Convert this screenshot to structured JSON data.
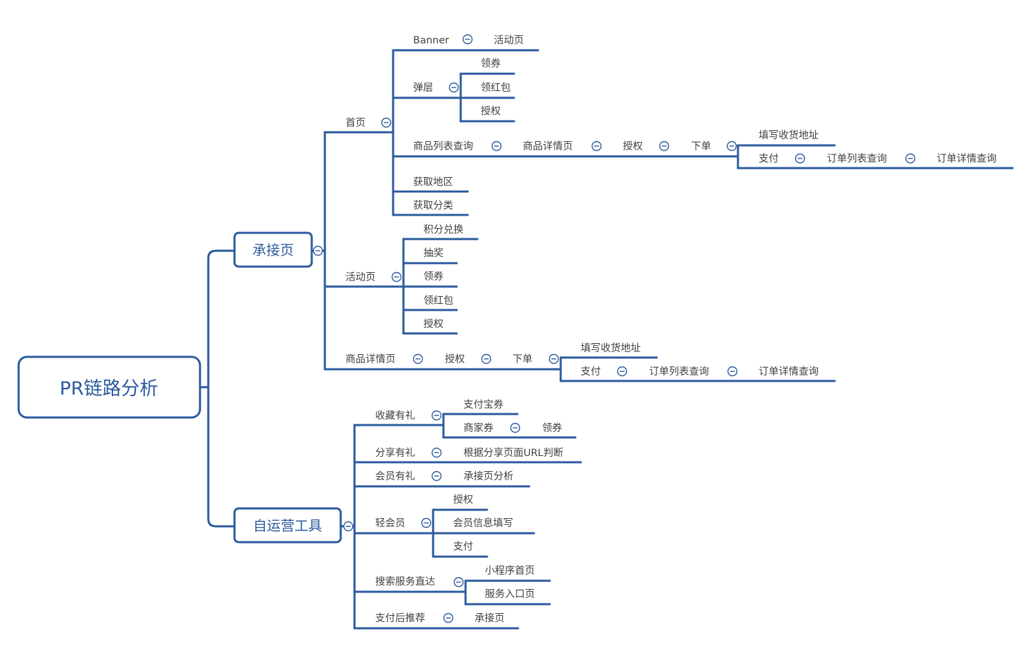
{
  "root": "PR链路分析",
  "collapse_icon": "collapse-circle-minus-icon",
  "colors": {
    "line": "#2a5a9e",
    "text": "#404040",
    "background": "#ffffff"
  },
  "landing": {
    "label": "承接页",
    "home": {
      "label": "首页",
      "banner": "Banner",
      "activity_page": "活动页",
      "popup": "弹层",
      "popup_children": [
        "领券",
        "领红包",
        "授权"
      ],
      "product_list_query": "商品列表查询",
      "product_detail": "商品详情页",
      "authorize": "授权",
      "place_order": "下单",
      "fill_address": "填写收货地址",
      "pay": "支付",
      "order_list_query": "订单列表查询",
      "order_detail_query": "订单详情查询",
      "get_region": "获取地区",
      "get_category": "获取分类"
    },
    "activity": {
      "label": "活动页",
      "children": [
        "积分兑换",
        "抽奖",
        "领券",
        "领红包",
        "授权"
      ]
    },
    "product_detail": {
      "label": "商品详情页",
      "authorize": "授权",
      "place_order": "下单",
      "fill_address": "填写收货地址",
      "pay": "支付",
      "order_list_query": "订单列表查询",
      "order_detail_query": "订单详情查询"
    }
  },
  "self_ops": {
    "label": "自运营工具",
    "favorite": {
      "label": "收藏有礼",
      "alipay_coupon": "支付宝券",
      "merchant_coupon": "商家券",
      "get_coupon": "领券"
    },
    "share": {
      "label": "分享有礼",
      "judge": "根据分享页面URL判断"
    },
    "member": {
      "label": "会员有礼",
      "analysis": "承接页分析"
    },
    "light_member": {
      "label": "轻会员",
      "children": [
        "授权",
        "会员信息填写",
        "支付"
      ]
    },
    "search_direct": {
      "label": "搜索服务直达",
      "children": [
        "小程序首页",
        "服务入口页"
      ]
    },
    "after_pay": {
      "label": "支付后推荐",
      "landing": "承接页"
    }
  }
}
